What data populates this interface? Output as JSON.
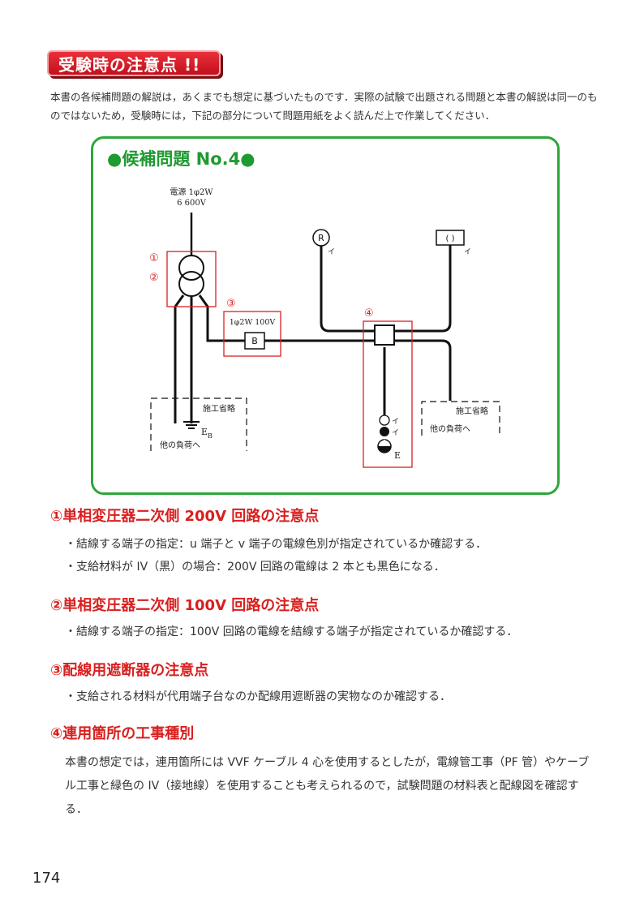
{
  "header": {
    "banner": "受験時の注意点 !!"
  },
  "intro": {
    "text": "本書の各候補問題の解説は，あくまでも想定に基づいたものです．実際の試験で出題される問題と本書の解説は同一のものではないため，受験時には，下記の部分について問題用紙をよく読んだ上で作業してください．"
  },
  "diagram": {
    "title": "●候補問題 No.4●",
    "power_line1": "電源 1φ2W",
    "power_line2": "6 600V",
    "mark1": "①",
    "mark2": "②",
    "mark3": "③",
    "mark4": "④",
    "breaker_spec": "1φ2W 100V",
    "breaker_symbol": "B",
    "lamp_symbol": "R",
    "fixture_symbol": "( )",
    "label_i": "イ",
    "omitted": "施工省略",
    "other_load": "他の負荷へ",
    "eb_main": "E",
    "eb_sub": "B",
    "e_label": "E"
  },
  "sections": [
    {
      "title": "①単相変圧器二次側 200V 回路の注意点",
      "bullets": [
        "・結線する端子の指定：u 端子と v 端子の電線色別が指定されているか確認する．",
        "・支給材料が IV（黒）の場合：200V 回路の電線は 2 本とも黒色になる．"
      ]
    },
    {
      "title": "②単相変圧器二次側 100V 回路の注意点",
      "bullets": [
        "・結線する端子の指定：100V 回路の電線を結線する端子が指定されているか確認する．"
      ]
    },
    {
      "title": "③配線用遮断器の注意点",
      "bullets": [
        "・支給される材料が代用端子台なのか配線用遮断器の実物なのか確認する．"
      ]
    },
    {
      "title": "④連用箇所の工事種別",
      "paragraph": "本書の想定では，連用箇所には VVF ケーブル 4 心を使用するとしたが，電線管工事（PF 管）やケーブル工事と緑色の IV（接地線）を使用することも考えられるので，試験問題の材料表と配線図を確認する．"
    }
  ],
  "footer": {
    "page_number": "174"
  },
  "colors": {
    "accent_red": "#d8201f",
    "accent_green": "#2ea63a"
  }
}
